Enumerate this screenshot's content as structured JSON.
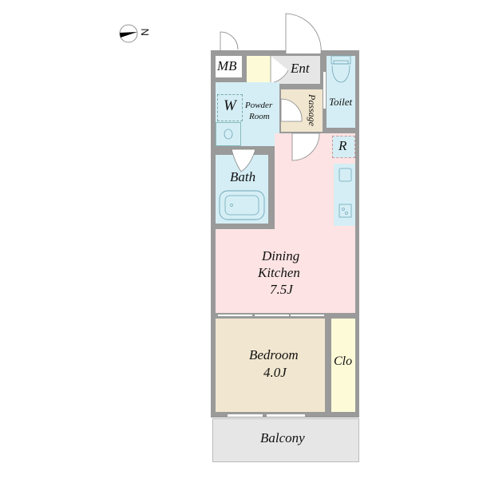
{
  "compass": {
    "direction_label": "N"
  },
  "rooms": {
    "mb": "MB",
    "ent": "Ent",
    "w": "W",
    "powder_room_line1": "Powder",
    "powder_room_line2": "Room",
    "passage": "Passage",
    "toilet": "Toilet",
    "r": "R",
    "bath": "Bath",
    "dining_kitchen_line1": "Dining",
    "dining_kitchen_line2": "Kitchen",
    "dining_kitchen_size": "7.5J",
    "bedroom": "Bedroom",
    "bedroom_size": "4.0J",
    "clo": "Clo",
    "balcony": "Balcony"
  },
  "colors": {
    "wall": "#9a9a9a",
    "wet_area": "#d5eef5",
    "dining_kitchen": "#fde3e3",
    "bedroom": "#f1e6cf",
    "closet": "#fdfbd7",
    "balcony": "#e6e6e6"
  }
}
